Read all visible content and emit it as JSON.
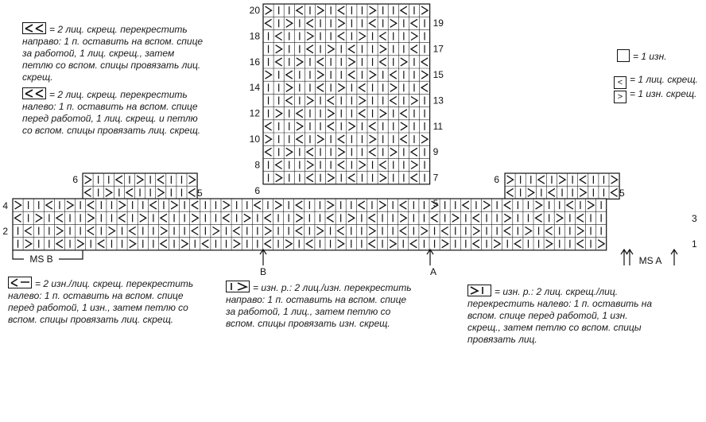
{
  "chart": {
    "rows_top_even": [
      "20",
      "18",
      "16",
      "14",
      "12",
      "10",
      "8",
      "6"
    ],
    "rows_top_odd": [
      "19",
      "17",
      "15",
      "13",
      "11",
      "9",
      "7",
      "5"
    ],
    "left_labels": [
      "4",
      "2"
    ],
    "right_labels": [
      "3",
      "1"
    ],
    "side_labels_6": [
      "6",
      "6"
    ],
    "side_labels_5": [
      "5",
      "5"
    ],
    "marker_b": "B",
    "marker_a": "A",
    "ms_b": "MS B",
    "ms_a": "MS A"
  },
  "legend": {
    "cross_right": "= 2 лиц. скрещ. перекрестить направо: 1 п. оставить на вспом. спице за работой, 1 лиц. скрещ., затем петлю со вспом. спицы провязать лиц. скрещ.",
    "cross_left": "= 2 лиц. скрещ. перекрестить налево: 1 п. оставить на вспом. спице перед работой, 1 лиц. скрещ. и петлю со вспом. спицы провязать лиц. скрещ.",
    "purl": "= 1 изн.",
    "knit_tbl": "= 1 лиц. скрещ.",
    "purl_tbl": "= 1 изн. скрещ.",
    "bottom_1": "= 2 изн./лиц. скрещ. перекрестить налево: 1 п. оставить на вспом. спице перед работой, 1 изн., затем петлю со вспом. спицы провязать лиц. скрещ.",
    "bottom_2": "= изн. р.: 2 лиц./изн. перекрестить направо: 1 п. оставить на вспом. спице за работой, 1 лиц., затем петлю со вспом. спицы провязать изн. скрещ.",
    "bottom_3": "= изн. р.: 2 лиц. скрещ./лиц. перекрестить налево: 1 п. оставить на вспом. спице перед работой, 1 изн. скрещ., затем петлю со вспом. спицы провязать лиц."
  }
}
